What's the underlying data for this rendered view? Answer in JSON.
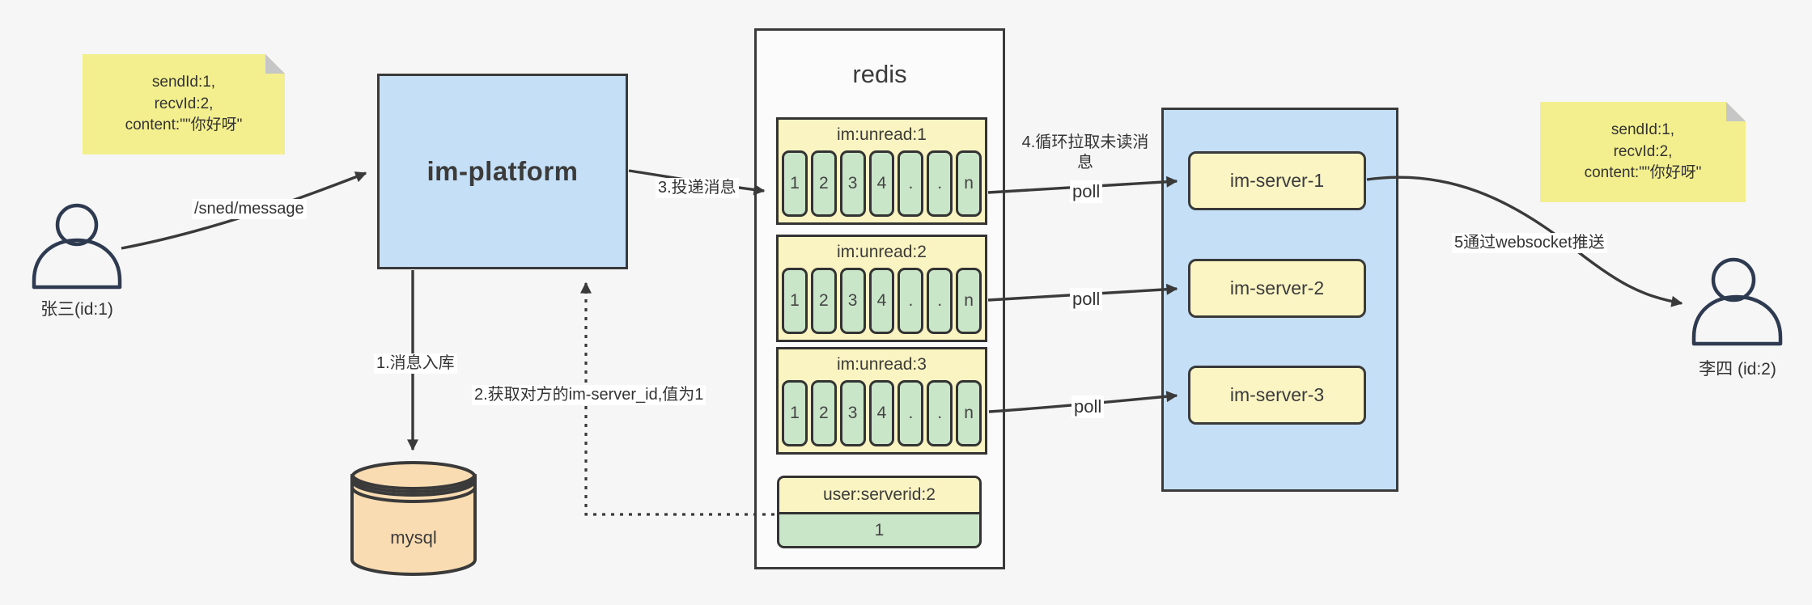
{
  "colors": {
    "background": "#f6f6f7",
    "note_fill": "#f3ef8e",
    "note_fold": "#c6c6c6",
    "blue_fill": "#c5e0f6",
    "yellow_fill": "#faf4c2",
    "green_fill": "#c9e6c9",
    "mysql_fill": "#f9dcb1",
    "outline": "#3a3a3a",
    "person_icon": "#2e3a50"
  },
  "notes": {
    "left": {
      "lines": [
        "sendId:1,",
        "recvId:2,",
        "content:\"\"你好呀\""
      ]
    },
    "right": {
      "lines": [
        "sendId:1,",
        "recvId:2,",
        "content:\"\"你好呀\""
      ]
    }
  },
  "actors": {
    "sender": {
      "label": "张三(id:1)"
    },
    "receiver": {
      "label": "李四 (id:2)"
    }
  },
  "platform": {
    "label": "im-platform"
  },
  "database": {
    "label": "mysql"
  },
  "redis": {
    "title": "redis",
    "queues": [
      {
        "title": "im:unread:1",
        "cells": [
          "1",
          "2",
          "3",
          "4",
          ".",
          ".",
          "n"
        ]
      },
      {
        "title": "im:unread:2",
        "cells": [
          "1",
          "2",
          "3",
          "4",
          ".",
          ".",
          "n"
        ]
      },
      {
        "title": "im:unread:3",
        "cells": [
          "1",
          "2",
          "3",
          "4",
          ".",
          ".",
          "n"
        ]
      }
    ],
    "kv": {
      "title": "user:serverid:2",
      "value": "1"
    }
  },
  "servers": [
    {
      "label": "im-server-1"
    },
    {
      "label": "im-server-2"
    },
    {
      "label": "im-server-3"
    }
  ],
  "edges": {
    "send_api": "/sned/message",
    "step1": "1.消息入库",
    "step2": "2.获取对方的im-server_id,值为1",
    "step3": "3.投递消息",
    "step4": "4.循环拉取未读消息",
    "poll": "poll",
    "step5": "5通过websocket推送"
  }
}
